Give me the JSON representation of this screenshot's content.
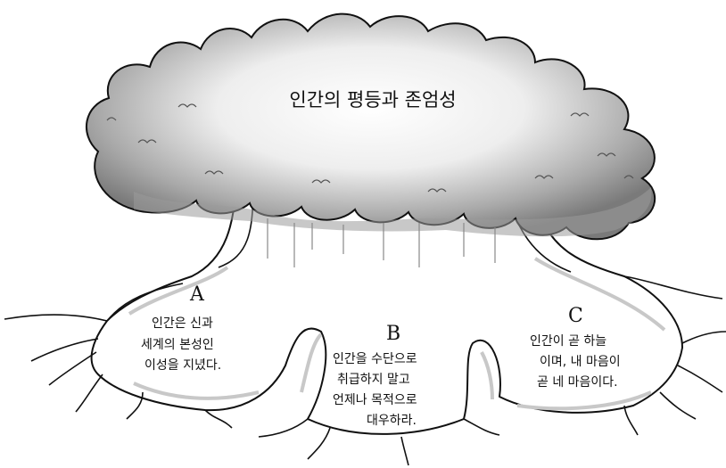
{
  "title": "인간의 평등과 존엄성",
  "roots": [
    {
      "letter": "A",
      "lines": [
        "인간은 신과",
        "세계의 본성인",
        "이성을 지녔다."
      ]
    },
    {
      "letter": "B",
      "lines": [
        "인간을 수단으로",
        "취급하지 말고",
        "언제나 목적으로",
        "대우하라."
      ]
    },
    {
      "letter": "C",
      "lines": [
        "인간이 곧 하늘",
        "이며, 내 마음이",
        "곧 네 마음이다."
      ]
    }
  ]
}
